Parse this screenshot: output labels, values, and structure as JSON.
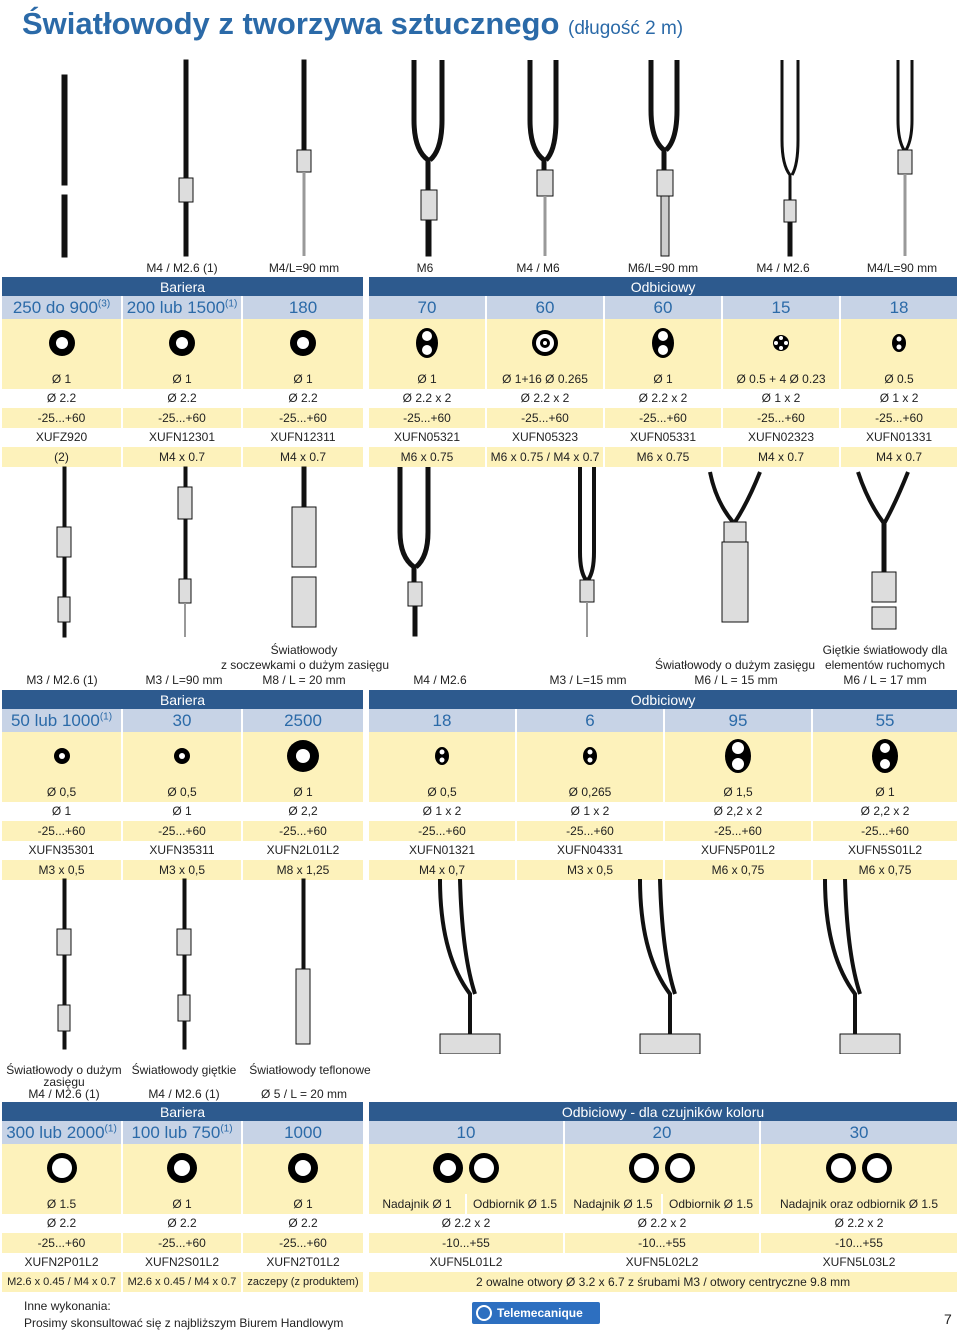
{
  "title": "Światłowody z tworzywa sztucznego",
  "title_sub": "(długość 2 m)",
  "colors": {
    "header": "#2d5a8e",
    "range": "#c7d3e6",
    "row_alt": "#fdf2bb",
    "title": "#2b6aa8"
  },
  "s1": {
    "labels": [
      "M4 / M2.6 (1)",
      "M4/L=90 mm",
      "M6",
      "M4 / M6",
      "M6/L=90 mm",
      "M4 / M2.6",
      "M4/L=90 mm"
    ],
    "hdr_left": "Bariera",
    "hdr_right": "Odbiciowy",
    "ranges": [
      "250 do 900",
      "200 lub 1500",
      "180",
      "70",
      "60",
      "60",
      "15",
      "18"
    ],
    "range_notes": [
      "(3)",
      "(1)"
    ],
    "rows": [
      [
        "Ø 1",
        "Ø 1",
        "Ø 1",
        "Ø 1",
        "Ø 1+16 Ø 0.265",
        "Ø 1",
        "Ø 0.5 + 4 Ø 0.23",
        "Ø 0.5"
      ],
      [
        "Ø 2.2",
        "Ø 2.2",
        "Ø 2.2",
        "Ø 2.2 x 2",
        "Ø 2.2 x 2",
        "Ø 2.2 x 2",
        "Ø 1 x 2",
        "Ø 1 x 2"
      ],
      [
        "-25...+60",
        "-25...+60",
        "-25...+60",
        "-25...+60",
        "-25...+60",
        "-25...+60",
        "-25...+60",
        "-25...+60"
      ],
      [
        "XUFZ920",
        "XUFN12301",
        "XUFN12311",
        "XUFN05321",
        "XUFN05323",
        "XUFN05331",
        "XUFN02323",
        "XUFN01331"
      ],
      [
        "(2)",
        "M4 x 0.7",
        "M4 x 0.7",
        "M6 x 0.75",
        "M6 x 0.75 / M4 x 0.7",
        "M6 x 0.75",
        "M4 x 0.7",
        "M4 x 0.7"
      ]
    ]
  },
  "s2": {
    "labels": [
      "M3 / M2.6 (1)",
      "M3 / L=90 mm",
      "Światłowody",
      "z soczewkami o dużym zasięgu",
      "M8 / L = 20 mm",
      "M4 / M2.6",
      "M3 / L=15 mm",
      "Światłowody o dużym zasięgu",
      "M6 / L = 15 mm",
      "Giętkie światłowody dla",
      "elementów ruchomych",
      "M6 / L = 17 mm"
    ],
    "hdr_left": "Bariera",
    "hdr_right": "Odbiciowy",
    "ranges": [
      "50 lub 1000",
      "30",
      "2500",
      "18",
      "6",
      "95",
      "55"
    ],
    "range_note": "(1)",
    "rows": [
      [
        "Ø 0,5",
        "Ø 0,5",
        "Ø 1",
        "Ø 0,5",
        "Ø 0,265",
        "Ø 1,5",
        "Ø 1"
      ],
      [
        "Ø 1",
        "Ø 1",
        "Ø 2,2",
        "Ø 1 x 2",
        "Ø 1 x 2",
        "Ø 2,2 x 2",
        "Ø 2,2 x 2"
      ],
      [
        "-25...+60",
        "-25...+60",
        "-25...+60",
        "-25...+60",
        "-25...+60",
        "-25...+60",
        "-25...+60"
      ],
      [
        "XUFN35301",
        "XUFN35311",
        "XUFN2L01L2",
        "XUFN01321",
        "XUFN04331",
        "XUFN5P01L2",
        "XUFN5S01L2"
      ],
      [
        "M3 x 0,5",
        "M3 x 0,5",
        "M8 x 1,25",
        "M4 x 0,7",
        "M3 x 0,5",
        "M6 x 0,75",
        "M6 x 0,75"
      ]
    ]
  },
  "s3": {
    "labels": [
      "Światłowody o dużym",
      "zasięgu",
      "M4 / M2.6 (1)",
      "Światłowody giętkie",
      "M4 / M2.6 (1)",
      "Światłowody teflonowe",
      "Ø 5 / L = 20 mm"
    ],
    "hdr_left": "Bariera",
    "hdr_right": "Odbiciowy - dla czujników koloru",
    "ranges": [
      "300 lub 2000",
      "100 lub 750",
      "1000",
      "10",
      "20",
      "30"
    ],
    "range_note": "(1)",
    "left_rows": [
      [
        "Ø 1.5",
        "Ø 1",
        "Ø 1"
      ],
      [
        "Ø 2.2",
        "Ø 2.2",
        "Ø 2.2"
      ],
      [
        "-25...+60",
        "-25...+60",
        "-25...+60"
      ],
      [
        "XUFN2P01L2",
        "XUFN2S01L2",
        "XUFN2T01L2"
      ],
      [
        "M2.6 x 0.45 / M4 x 0.7",
        "M2.6 x 0.45 / M4 x 0.7",
        "zaczepy (z produktem)"
      ]
    ],
    "right_row1": [
      "Nadajnik Ø 1",
      "Odbiornik Ø 1.5",
      "Nadajnik Ø 1.5",
      "Odbiornik Ø 1.5",
      "Nadajnik oraz odbiornik Ø 1.5"
    ],
    "right_rows": [
      [
        "Ø 2.2 x 2",
        "Ø 2.2 x 2",
        "Ø 2.2 x 2"
      ],
      [
        "-10...+55",
        "-10...+55",
        "-10...+55"
      ],
      [
        "XUFN5L01L2",
        "XUFN5L02L2",
        "XUFN5L03L2"
      ]
    ],
    "right_note": "2 owalne otwory Ø 3.2 x 6.7 z śrubami M3 / otwory centryczne 9.8 mm"
  },
  "footer": {
    "line1": "Inne wykonania:",
    "line2": "Prosimy skonsultować się z najbliższym Biurem Handlowym",
    "logo": "Telemecanique",
    "page": "7"
  }
}
